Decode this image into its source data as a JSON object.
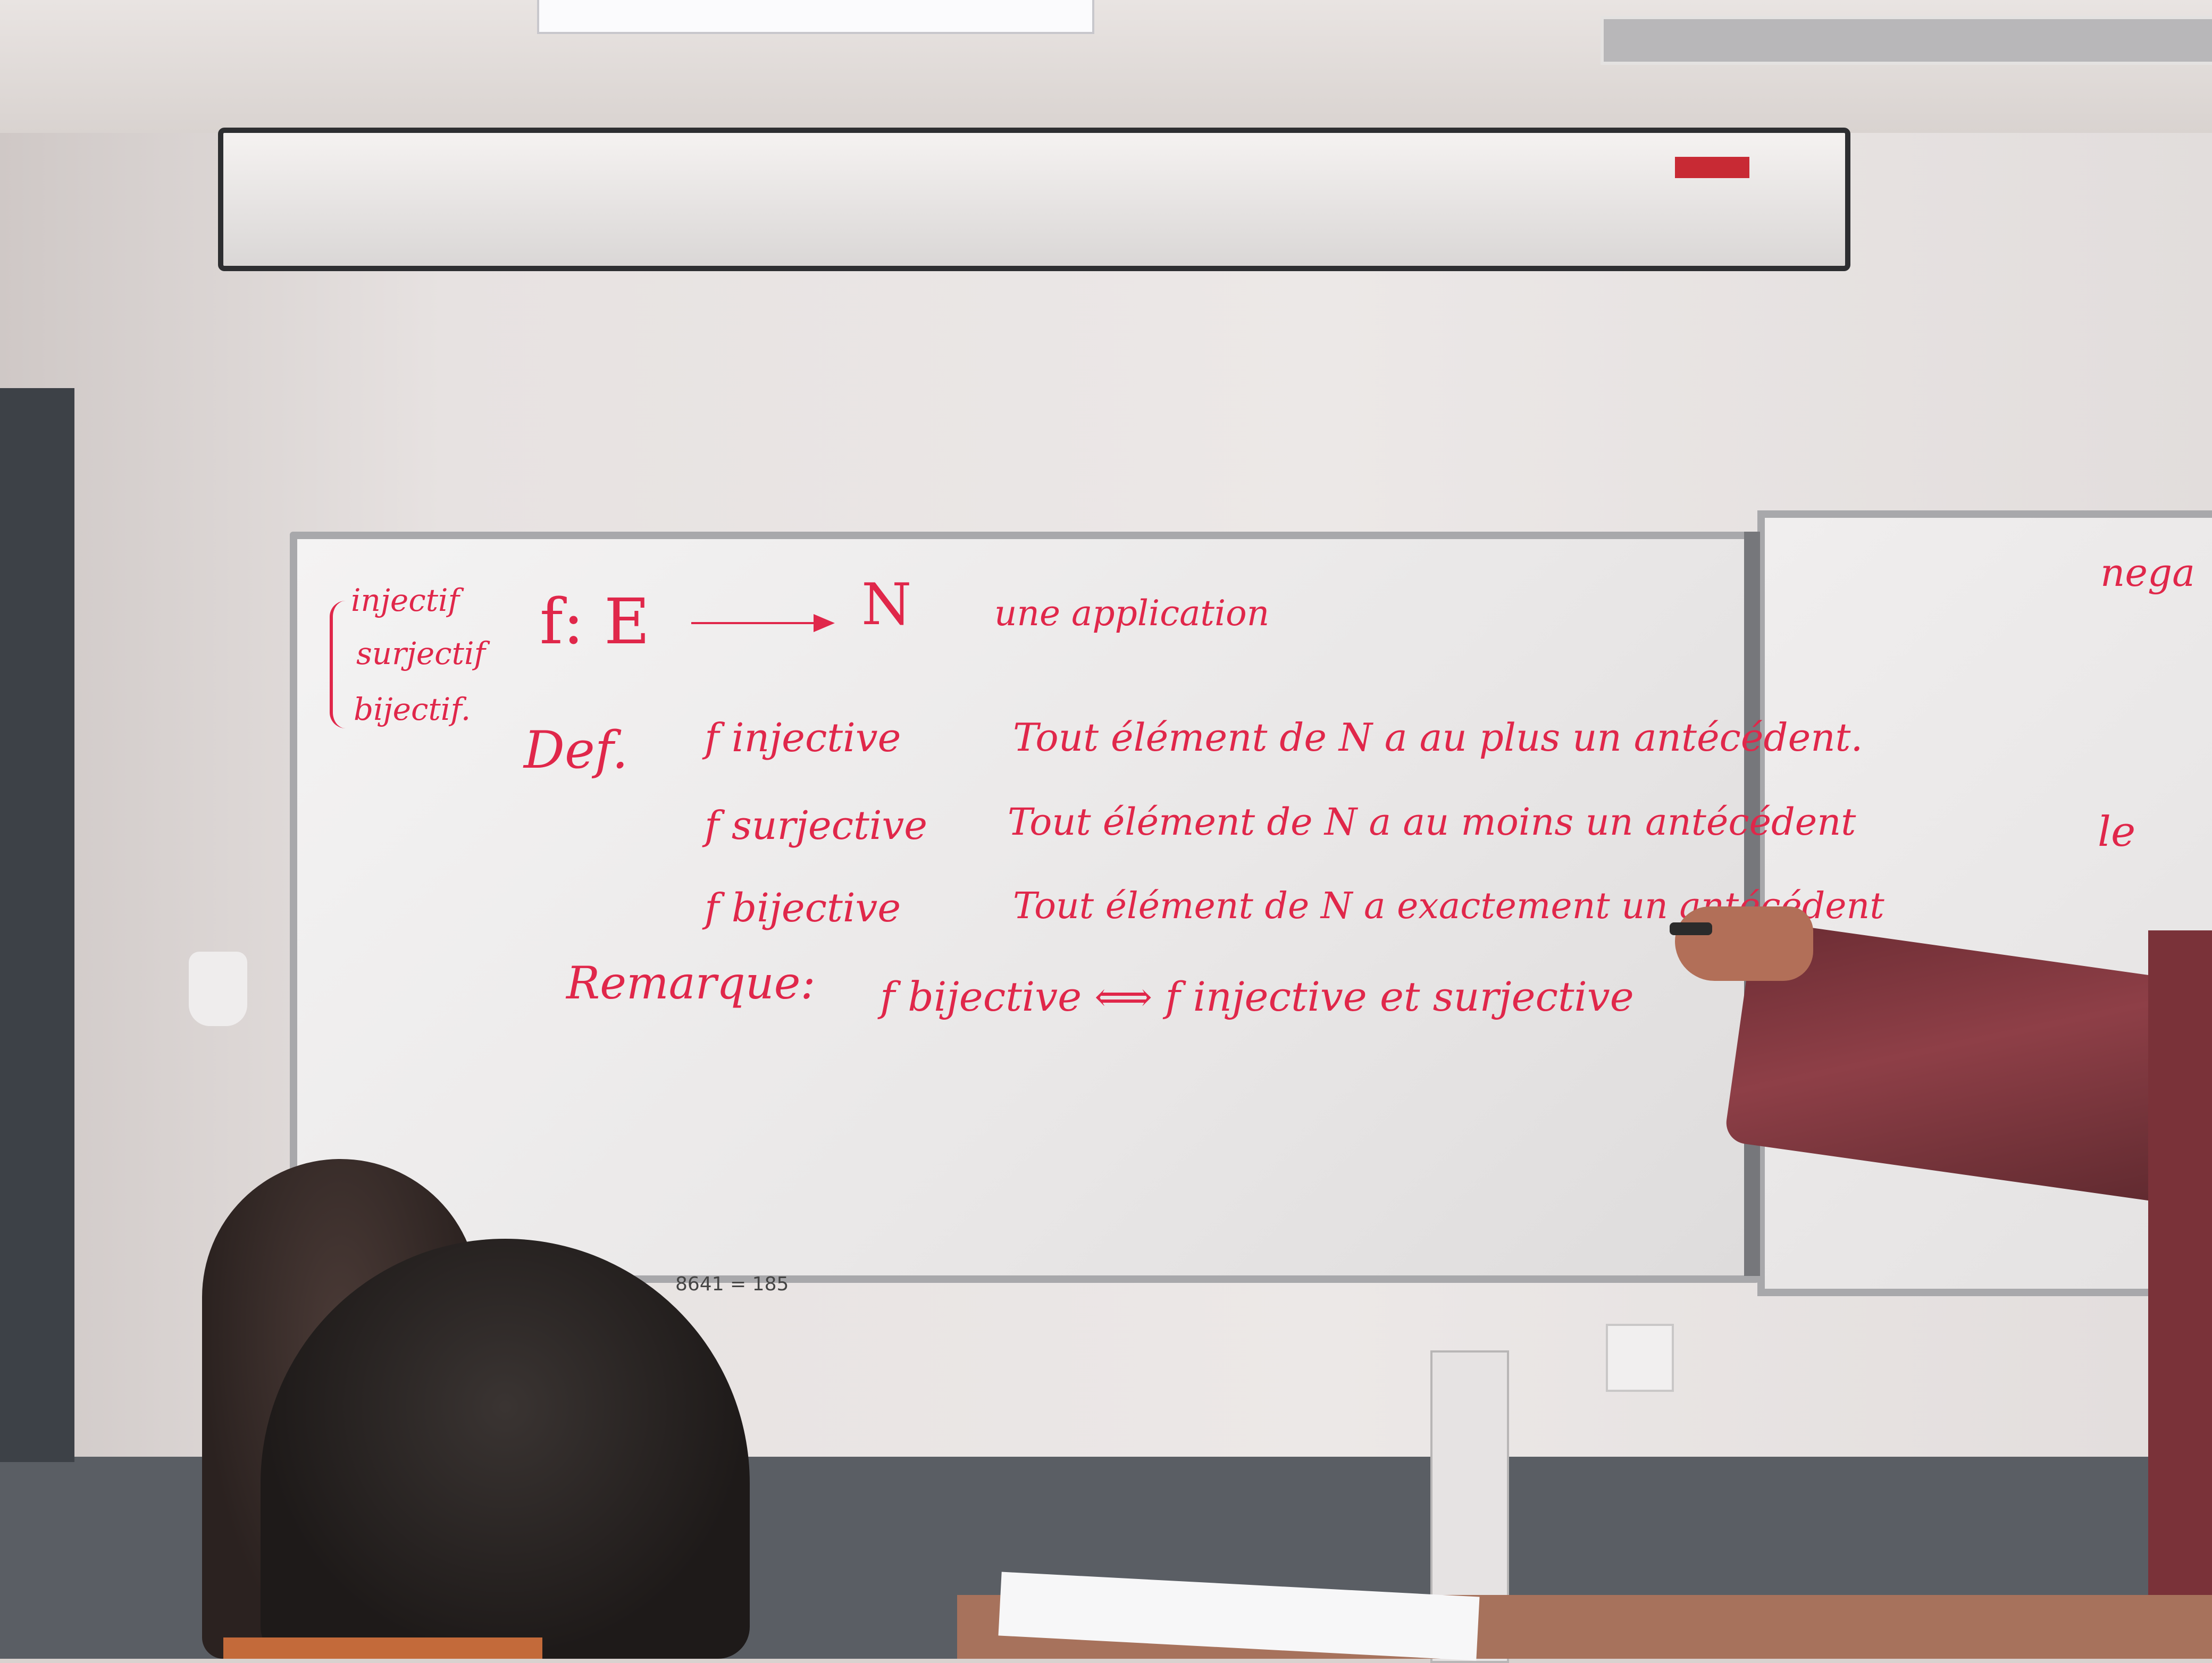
{
  "board": {
    "sidebar": [
      "injectif",
      "surjectif",
      "bijectif."
    ],
    "header_func": "f: E",
    "header_codomain": "N",
    "header_desc": "une application",
    "def_label": "Def.",
    "definitions": [
      {
        "term": "f  injective",
        "text": "Tout élément de N a au plus un antécédent."
      },
      {
        "term": "f  surjective",
        "text": "Tout élément de N a au moins un antécédent"
      },
      {
        "term": "f  bijective",
        "text": "Tout élément de N a exactement un antécédent"
      }
    ],
    "remark_label": "Remarque:",
    "remark_text": "f bijective ⟺ f injective et surjective",
    "right_panel_words": [
      "nega",
      "le"
    ],
    "wall_scribble": "8641 = 185"
  },
  "colors": {
    "marker_ink": "#e0274a",
    "board": "#f1f0f0",
    "wall_lower": "#5a5e64"
  }
}
